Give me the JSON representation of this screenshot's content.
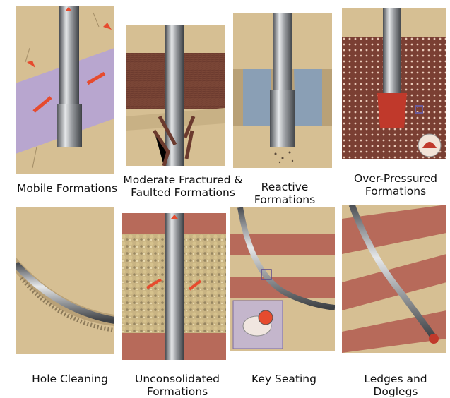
{
  "panels": [
    {
      "id": "mobile",
      "caption": [
        "Mobile Formations"
      ]
    },
    {
      "id": "fractured",
      "caption": [
        "Moderate Fractured &",
        "Faulted Formations"
      ]
    },
    {
      "id": "reactive",
      "caption": [
        "Reactive",
        "Formations"
      ]
    },
    {
      "id": "overpressured",
      "caption": [
        "Over-Pressured",
        "Formations"
      ]
    },
    {
      "id": "holecleaning",
      "caption": [
        "Hole Cleaning"
      ]
    },
    {
      "id": "unconsolidated",
      "caption": [
        "Unconsolidated",
        "Formations"
      ]
    },
    {
      "id": "keyseating",
      "caption": [
        "Key Seating"
      ]
    },
    {
      "id": "ledges",
      "caption": [
        "Ledges and",
        "Doglegs"
      ]
    }
  ],
  "colors": {
    "rock": "#d6bf93",
    "rock_dark": "#b9a177",
    "red_band": "#b76a5a",
    "violet": "#b8a6cf",
    "pipe": "#8f9296",
    "arrow": "#e64b2e",
    "reactive_blue": "#6a9fe0"
  }
}
